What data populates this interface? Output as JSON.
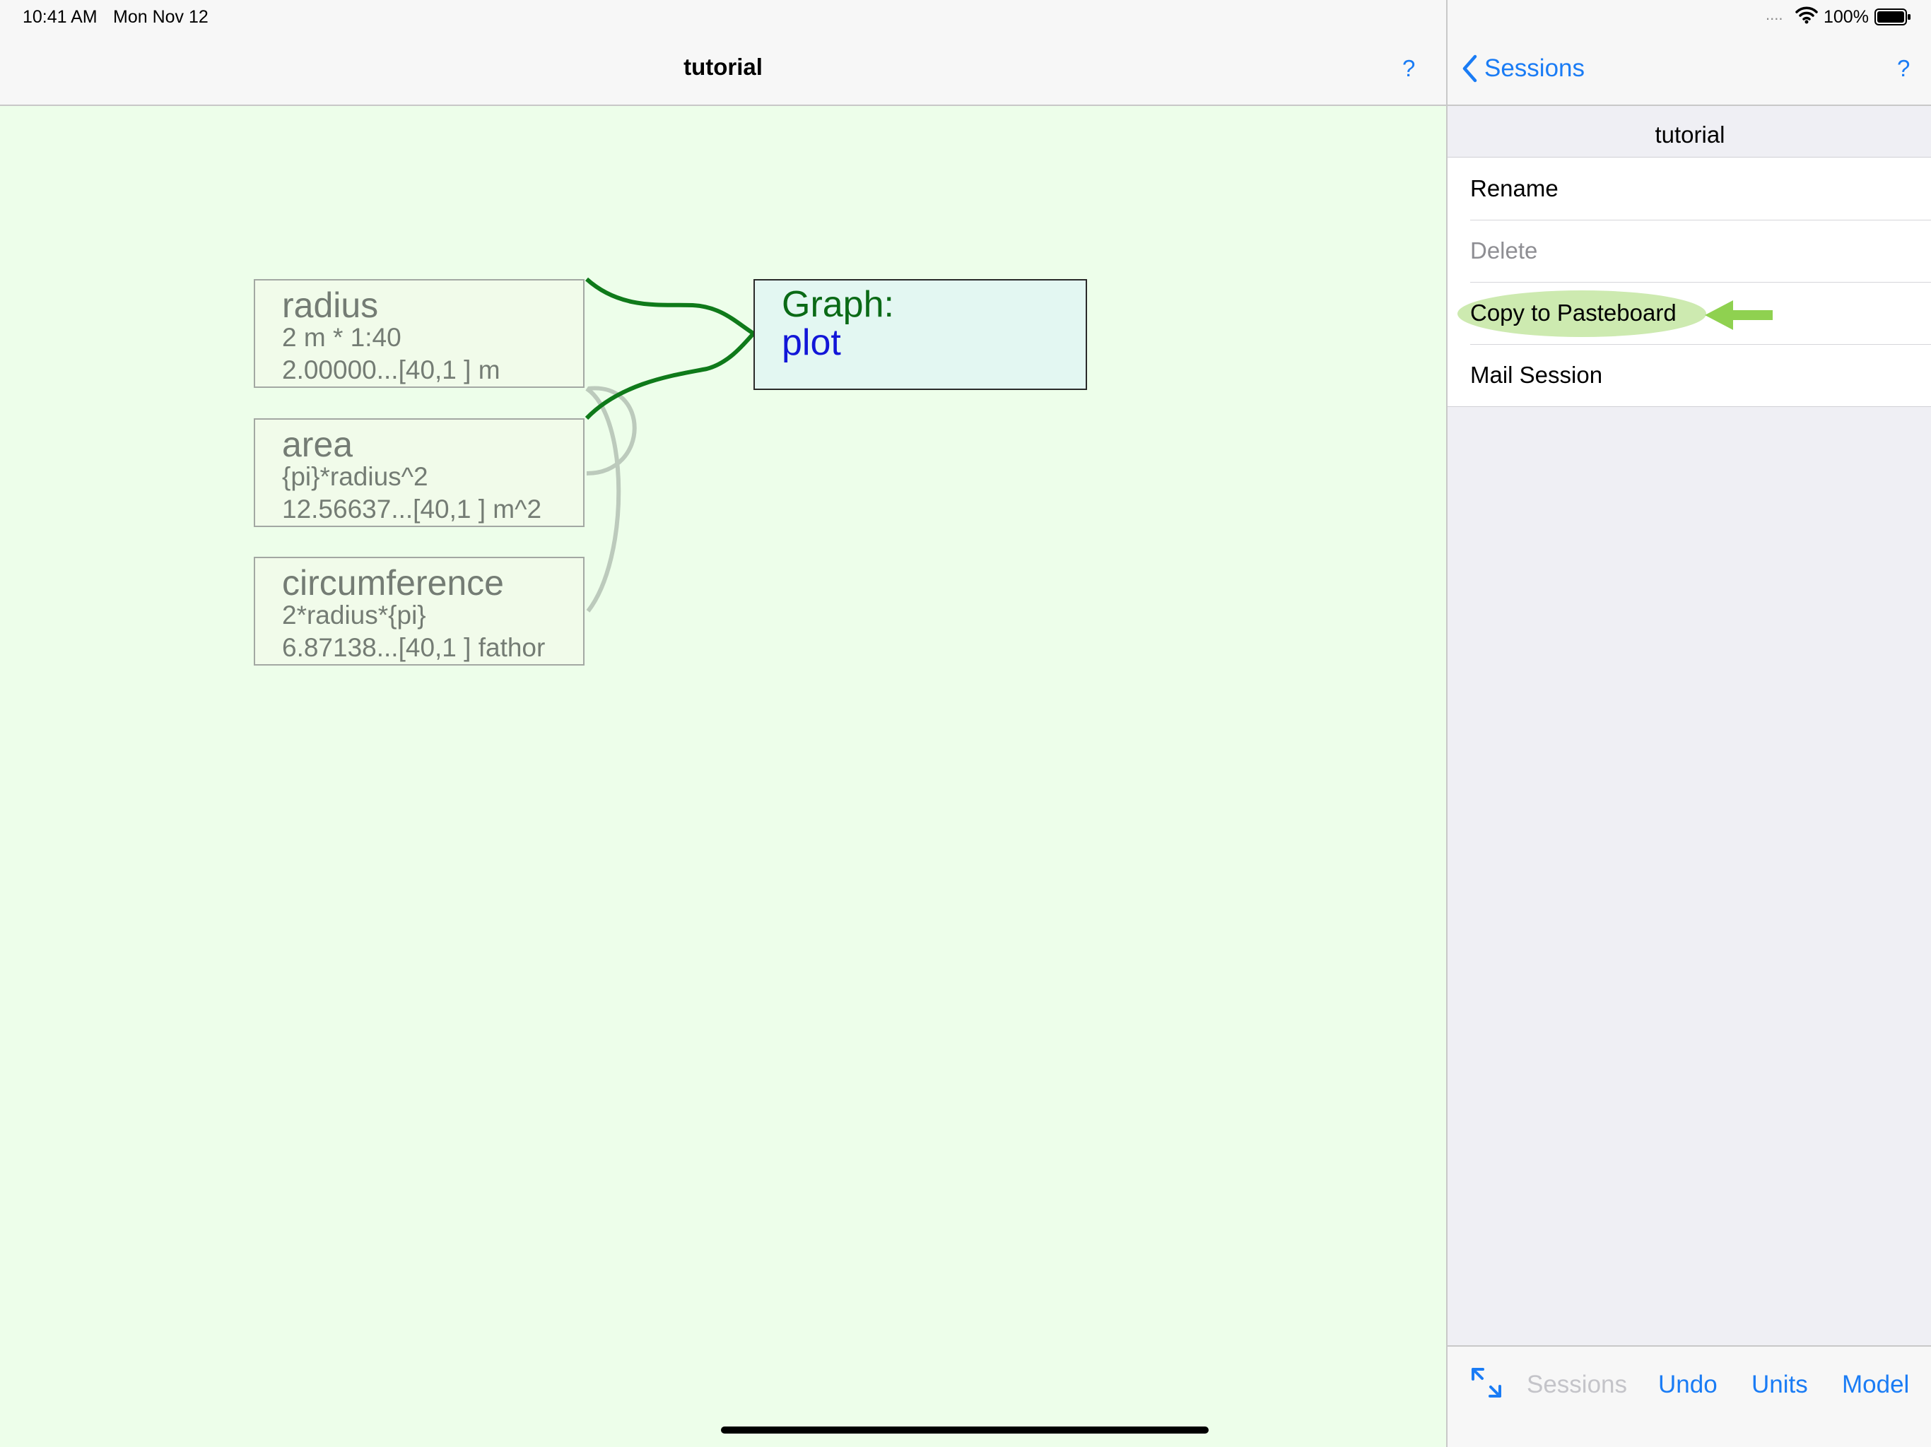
{
  "status_bar": {
    "time": "10:41 AM",
    "date": "Mon Nov 12",
    "signal_dots": "....",
    "battery_pct": "100%"
  },
  "left": {
    "title": "tutorial",
    "help": "?"
  },
  "variables": [
    {
      "name": "radius",
      "formula": "2 m * 1:40",
      "value": "2.00000...[40,1 ] m"
    },
    {
      "name": "area",
      "formula": "{pi}*radius^2",
      "value": "12.56637...[40,1 ] m^2"
    },
    {
      "name": "circumference",
      "formula": "2*radius*{pi}",
      "value": "6.87138...[40,1 ] fathor"
    }
  ],
  "graph": {
    "label": "Graph:",
    "name": "plot"
  },
  "right": {
    "back_label": "Sessions",
    "help": "?",
    "session_title": "tutorial",
    "menu": [
      {
        "label": "Rename",
        "enabled": true
      },
      {
        "label": "Delete",
        "enabled": false
      },
      {
        "label": "Copy to Pasteboard",
        "enabled": true,
        "highlighted": true
      },
      {
        "label": "Mail Session",
        "enabled": true
      }
    ]
  },
  "toolbar": {
    "expand_icon": "expand-arrows-icon",
    "items": [
      {
        "label": "Sessions",
        "enabled": false
      },
      {
        "label": "Undo",
        "enabled": true
      },
      {
        "label": "Units",
        "enabled": true
      },
      {
        "label": "Model",
        "enabled": true
      }
    ]
  },
  "colors": {
    "canvas_bg": "#edfeea",
    "accent_blue": "#1a7cf5",
    "link_green": "#0f7a1a",
    "highlight_green": "#cdeab0",
    "arrow_green": "#8fd150"
  }
}
